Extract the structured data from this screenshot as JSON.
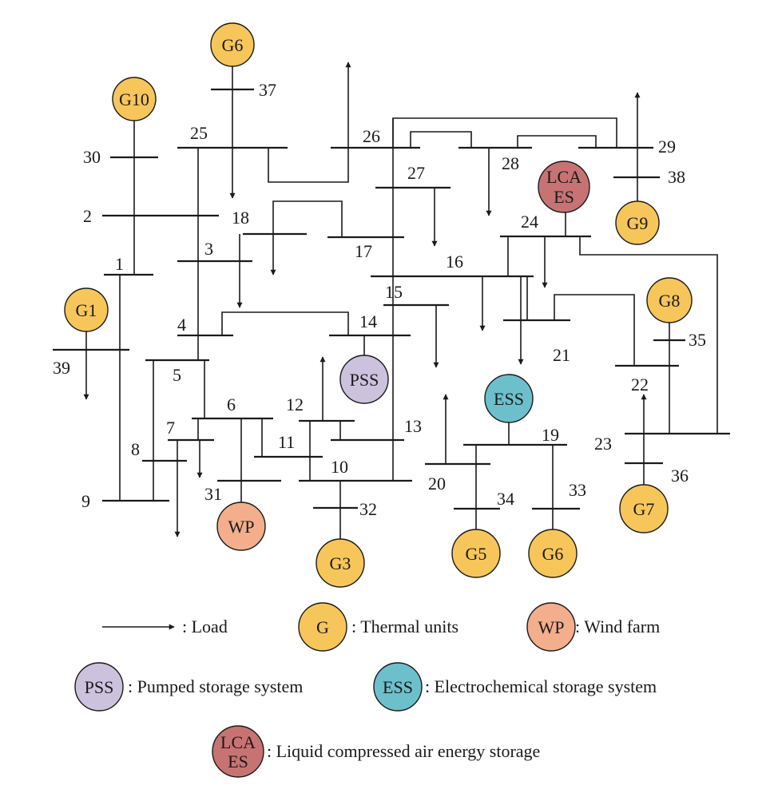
{
  "colors": {
    "thermal": "#F7C65A",
    "wind": "#F3AE8C",
    "pumped": "#CDC2DE",
    "ess": "#6CC0CC",
    "lcaes": "#C87373",
    "line": "#1a1a1a"
  },
  "bus_labels": [
    "1",
    "2",
    "3",
    "4",
    "5",
    "6",
    "7",
    "8",
    "9",
    "10",
    "11",
    "12",
    "13",
    "14",
    "15",
    "16",
    "17",
    "18",
    "19",
    "20",
    "21",
    "22",
    "23",
    "24",
    "25",
    "26",
    "27",
    "28",
    "29",
    "30",
    "31",
    "32",
    "33",
    "34",
    "35",
    "36",
    "37",
    "38",
    "39"
  ],
  "units": {
    "g1": "G1",
    "g3": "G3",
    "g5": "G5",
    "g6_top": "G6",
    "g6_bottom": "G6",
    "g7": "G7",
    "g8": "G8",
    "g9": "G9",
    "g10": "G10",
    "wp": "WP",
    "pss": "PSS",
    "ess": "ESS",
    "lcaes_line1": "LCA",
    "lcaes_line2": "ES"
  },
  "legend": {
    "load": ": Load",
    "thermal_symbol": "G",
    "thermal": ": Thermal units",
    "wind_symbol": "WP",
    "wind": ": Wind farm",
    "pumped_symbol": "PSS",
    "pumped": ": Pumped storage system",
    "ess_symbol": "ESS",
    "ess": ": Electrochemical storage system",
    "lcaes_symbol_line1": "LCA",
    "lcaes_symbol_line2": "ES",
    "lcaes": ": Liquid compressed air energy storage"
  }
}
